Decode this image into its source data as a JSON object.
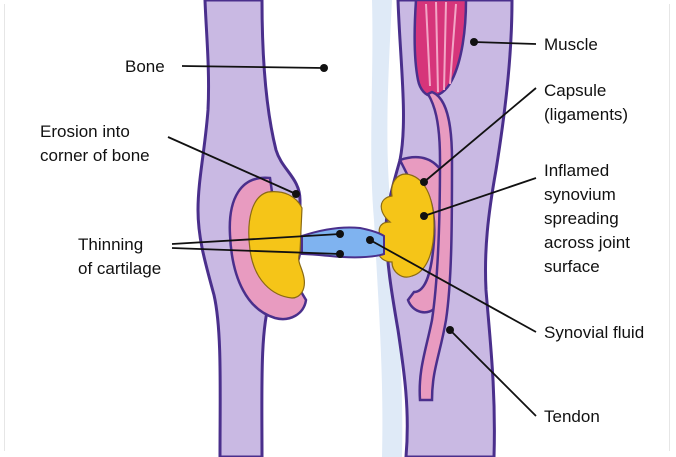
{
  "labels": {
    "bone": "Bone",
    "erosion_line1": "Erosion into",
    "erosion_line2": "corner of bone",
    "thinning_line1": "Thinning",
    "thinning_line2": "of cartilage",
    "muscle": "Muscle",
    "capsule_line1": "Capsule",
    "capsule_line2": "(ligaments)",
    "inflamed_line1": "Inflamed",
    "inflamed_line2": "synovium",
    "inflamed_line3": "spreading",
    "inflamed_line4": "across joint",
    "inflamed_line5": "surface",
    "synovial_fluid": "Synovial fluid",
    "tendon": "Tendon"
  },
  "colors": {
    "bone": "#c9b9e3",
    "bone_outline": "#4a2f8c",
    "capsule": "#e89bc0",
    "muscle": "#d6357a",
    "synovium": "#f5c518",
    "cartilage": "#7fb3f0",
    "fluid": "#dfeaf7"
  }
}
